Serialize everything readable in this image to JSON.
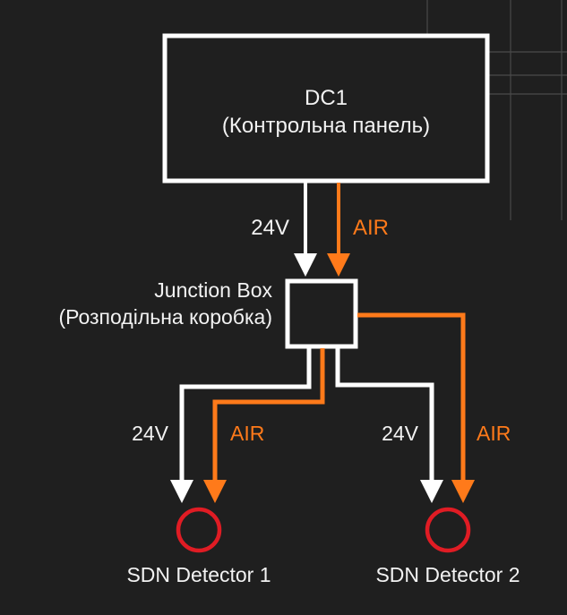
{
  "colors": {
    "background": "#1f1f1f",
    "power_line": "#ffffff",
    "air_line": "#ff7a1a",
    "detector_ring": "#e01c24",
    "text": "#f2f2f2",
    "grid": "#4a4a4a"
  },
  "panel": {
    "title": "DC1",
    "subtitle": "(Контрольна панель)"
  },
  "junction_box": {
    "title": "Junction Box",
    "subtitle": "(Розподільна коробка)"
  },
  "labels": {
    "main_power": "24V",
    "main_air": "AIR",
    "branch1_power": "24V",
    "branch1_air": "AIR",
    "branch2_power": "24V",
    "branch2_air": "AIR"
  },
  "detectors": [
    {
      "label": "SDN Detector 1"
    },
    {
      "label": "SDN Detector 2"
    }
  ]
}
